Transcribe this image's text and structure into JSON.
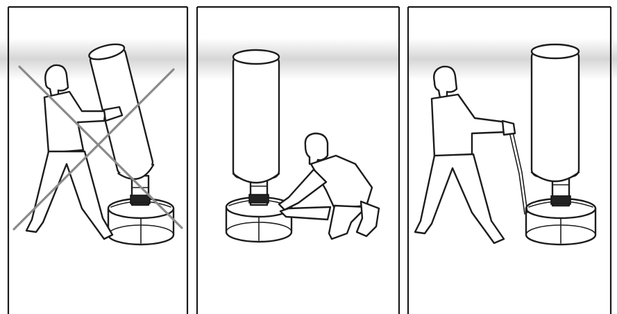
{
  "figure": {
    "panels": [
      {
        "id": "wrong-lift-by-tube",
        "marker": "cross"
      },
      {
        "id": "grip-base",
        "marker": "none"
      },
      {
        "id": "tilt-with-strap",
        "marker": "none"
      }
    ],
    "colors": {
      "line": "#1c1c1c",
      "cross": "#8a8a8a",
      "shading": "#d9d9d9",
      "paper": "#ffffff"
    }
  }
}
